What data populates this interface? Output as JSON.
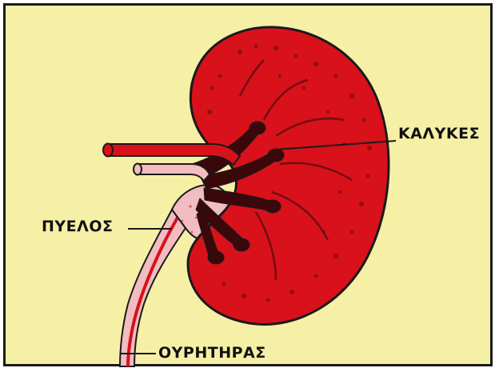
{
  "labels": {
    "calyces": "ΚΑΛΥΚΕΣ",
    "pelvis": "ΠΥΕΛΟΣ",
    "ureter": "ΟΥΡΗΤΗΡΑΣ"
  },
  "colors": {
    "background": "#f6efa6",
    "kidney_red": "#d8111b",
    "kidney_dark": "#5a0c10",
    "pelvis_pink": "#f2bcc0",
    "outline": "#1a1a1a"
  }
}
